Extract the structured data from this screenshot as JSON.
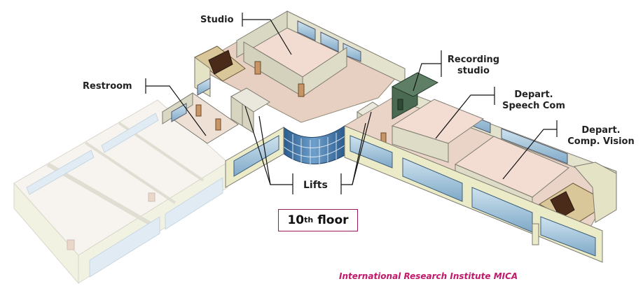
{
  "labels": {
    "studio": "Studio",
    "restroom": "Restroom",
    "recording_line1": "Recording",
    "recording_line2": "studio",
    "speech_line1": "Depart.",
    "speech_line2": "Speech Com",
    "vision_line1": "Depart.",
    "vision_line2": "Comp. Vision",
    "lifts": "Lifts"
  },
  "floor": {
    "number": "10",
    "suffix": "th",
    "word": "floor"
  },
  "credit": "International Research Institute MICA",
  "colors": {
    "credit": "#c2186b",
    "floor_box_border": "#9a1a5a",
    "wall_exterior": "#ecebc8",
    "floor_tile": "#e9cdbe",
    "window_glass": "#9fc3dc",
    "recording_room": "#4a6a52"
  }
}
